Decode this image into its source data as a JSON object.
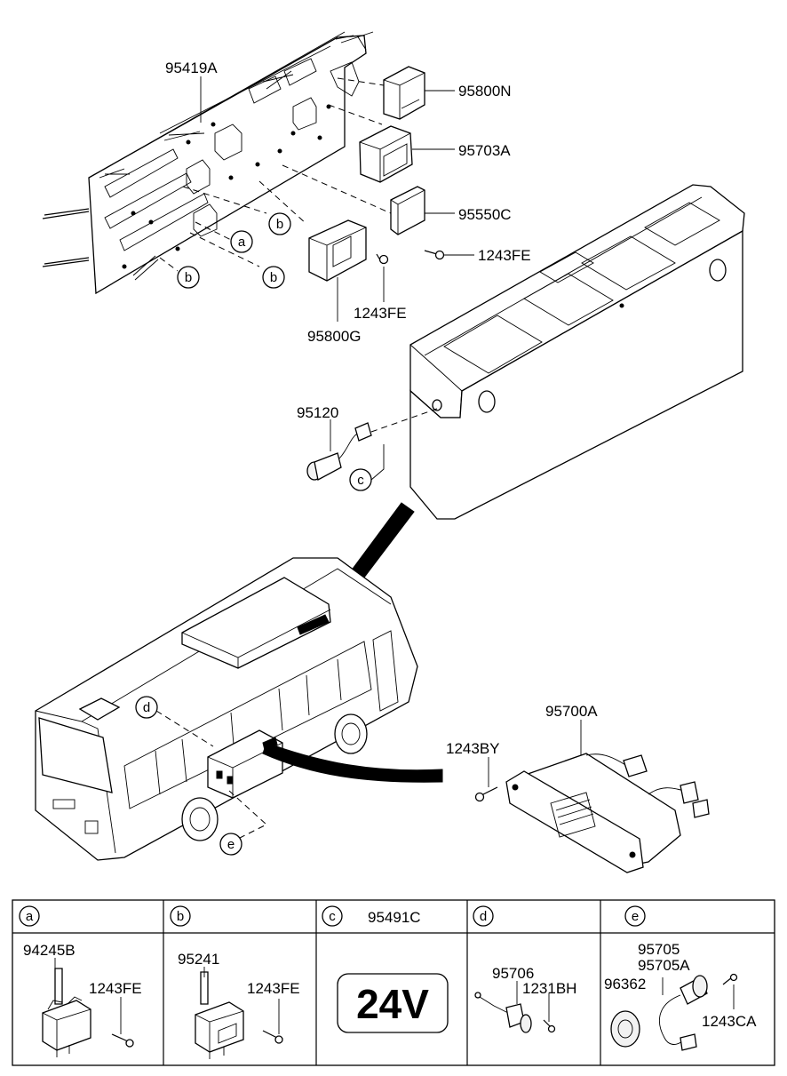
{
  "diagram": {
    "main_labels": {
      "relay_panel": "95419A",
      "flasher_unit": "95800N",
      "control_unit_a": "95703A",
      "control_module": "95550C",
      "screw_module": "1243FE",
      "screw_unit_g": "1243FE",
      "unit_g": "95800G",
      "switch_connector": "95120",
      "lamp_assembly": "95700A",
      "lamp_screw": "1243BY"
    },
    "callouts": {
      "a": "a",
      "b": "b",
      "c": "c",
      "d": "d",
      "e": "e"
    },
    "table": {
      "headers": [
        {
          "letter": "a",
          "part": ""
        },
        {
          "letter": "b",
          "part": ""
        },
        {
          "letter": "c",
          "part": "95491C"
        },
        {
          "letter": "d",
          "part": ""
        },
        {
          "letter": "e",
          "part": ""
        }
      ],
      "cell_a": {
        "relay": "94245B",
        "screw": "1243FE"
      },
      "cell_b": {
        "relay": "95241",
        "screw": "1243FE"
      },
      "cell_c": {
        "voltage_label": "24V"
      },
      "cell_d": {
        "socket": "95706",
        "screw": "1231BH"
      },
      "cell_e": {
        "part1": "95705",
        "part2": "95705A",
        "ring": "96362",
        "screw": "1243CA"
      }
    }
  }
}
